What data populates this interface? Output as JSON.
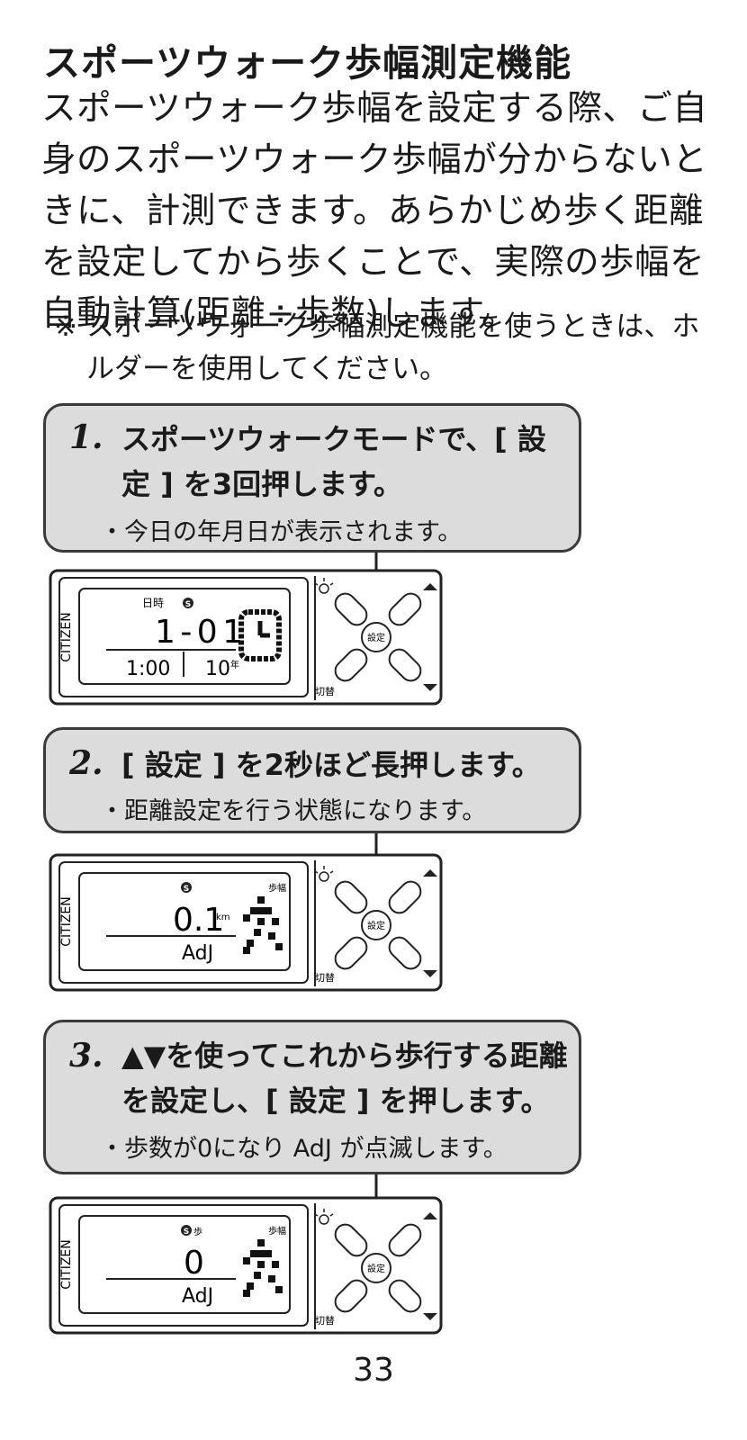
{
  "title": "スポーツウォーク歩幅測定機能",
  "intro": "スポーツウォーク歩幅を設定する際、ご自身のスポーツウォーク歩幅が分からないときに、計測できます。あらかじめ歩く距離を設定してから歩くことで、実際の歩幅を自動計算(距離÷歩数)します。",
  "note": {
    "mark": "※",
    "text": "スポーツウォーク歩幅測定機能を使うときは、ホルダーを使用してください。"
  },
  "steps": [
    {
      "num": "1.",
      "text": "スポーツウォークモードで、[ 設定 ] を3回押します。",
      "sub": "・今日の年月日が表示されます。"
    },
    {
      "num": "2.",
      "text": "[ 設定 ] を2秒ほど長押します。",
      "sub": "・距離設定を行う状態になります。"
    },
    {
      "num": "3.",
      "text": "▲▼を使ってこれから歩行する距離を設定し、[ 設定 ] を押します。",
      "sub": "・歩数が0になり AdJ が点滅します。"
    }
  ],
  "device": {
    "brand": "CITIZEN",
    "button_label": "設定",
    "switch_label": "切替",
    "screens": [
      {
        "top_label": "日時",
        "s_mark": "S",
        "main": "1-01",
        "sub_left": "1:00",
        "sub_right": "10",
        "unit": "年"
      },
      {
        "top_label": "歩幅",
        "s_mark": "S",
        "main": "0.1",
        "unit": "km",
        "sub": "AdJ"
      },
      {
        "top_label": "歩幅",
        "s_mark": "S",
        "steps_label": "歩",
        "main": "0",
        "sub": "AdJ"
      }
    ]
  },
  "page_number": "33"
}
